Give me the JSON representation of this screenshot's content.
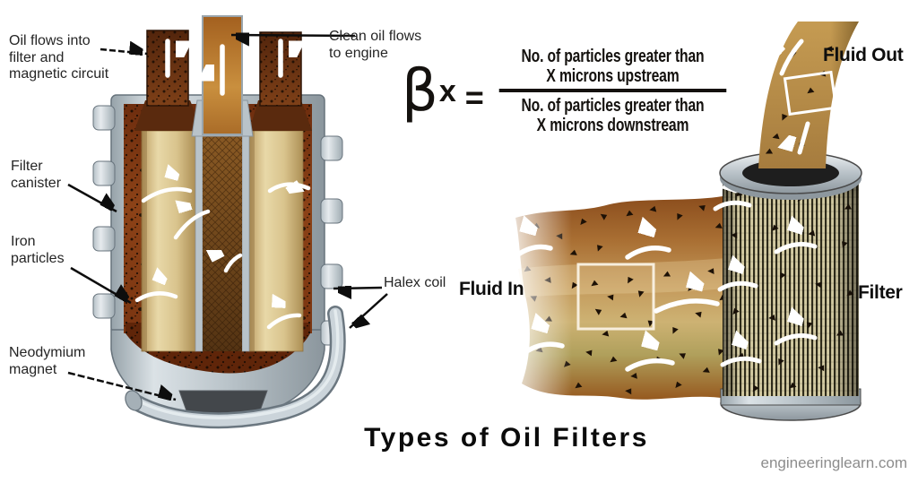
{
  "title": {
    "text": "Types of Oil Filters"
  },
  "watermark": {
    "text": "engineeringlearn.com"
  },
  "left_diagram": {
    "labels": {
      "oil_in": {
        "line1": "Oil flows into",
        "line2": "filter and",
        "line3": "magnetic circuit"
      },
      "clean_oil": {
        "line1": "Clean oil flows",
        "line2": "to engine"
      },
      "filter_canister": {
        "line1": "Filter",
        "line2": "canister"
      },
      "iron_particles": {
        "line1": "Iron",
        "line2": "particles"
      },
      "halex_coil": {
        "line1": "Halex coil"
      },
      "neodymium_magnet": {
        "line1": "Neodymium",
        "line2": "magnet"
      }
    }
  },
  "right_diagram": {
    "formula": {
      "beta": "β",
      "subscript": "x",
      "equals": "=",
      "numerator": {
        "line1": "No. of particles greater than",
        "line2": "X microns upstream"
      },
      "denominator": {
        "line1": "No. of particles greater than",
        "line2": "X microns downstream"
      }
    },
    "labels": {
      "fluid_in": "Fluid In",
      "fluid_out": "Fluid Out",
      "filter": "Filter"
    }
  },
  "colors": {
    "oil_dark": "#7a3511",
    "filter_media_tan": "#d9c28d",
    "canister_gray": "#b9c3c9",
    "magnet_gray": "#3f4347",
    "stream_brown": "#a96f33",
    "pleat_dark": "#2f2c1b",
    "pleat_light": "#d3caa2",
    "label_text": "#252525",
    "watermark_gray": "#8c8c8c"
  }
}
